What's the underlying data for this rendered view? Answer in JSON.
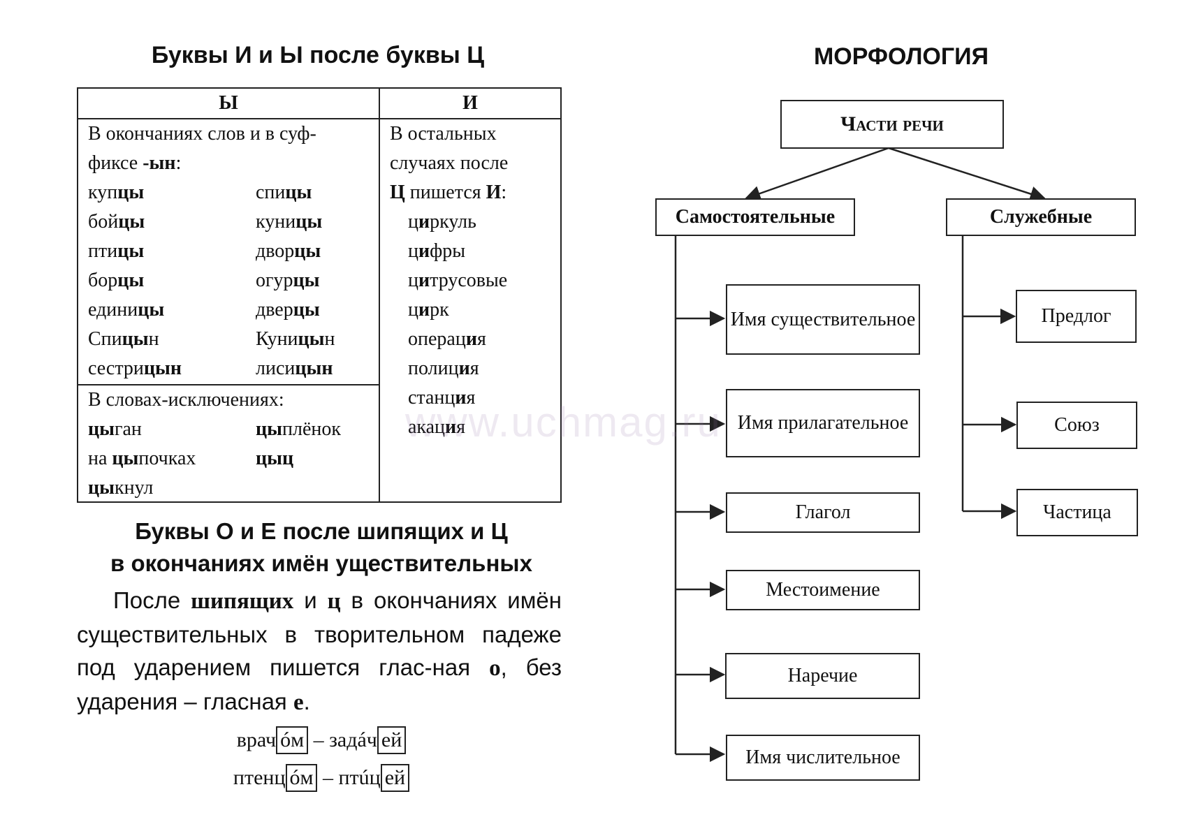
{
  "left": {
    "title": "Буквы И и Ы после буквы Ц",
    "table": {
      "col_y_header": "Ы",
      "col_i_header": "И",
      "y_rule": "В окончаниях слов и в суф-",
      "y_rule_2": "фиксе",
      "y_rule_suffix": "-ын",
      "y_rule_colon": ":",
      "y_words": [
        [
          [
            "куп",
            "цы",
            ""
          ],
          [
            "спи",
            "цы",
            ""
          ]
        ],
        [
          [
            "бой",
            "цы",
            ""
          ],
          [
            "куни",
            "цы",
            ""
          ]
        ],
        [
          [
            "пти",
            "цы",
            ""
          ],
          [
            "двор",
            "цы",
            ""
          ]
        ],
        [
          [
            "бор",
            "цы",
            ""
          ],
          [
            "огур",
            "цы",
            ""
          ]
        ],
        [
          [
            "едини",
            "цы",
            ""
          ],
          [
            "двер",
            "цы",
            ""
          ]
        ],
        [
          [
            "Спи",
            "цы",
            "н"
          ],
          [
            "Куни",
            "цы",
            "н"
          ]
        ],
        [
          [
            "сестри",
            "цын",
            ""
          ],
          [
            "лиси",
            "цын",
            ""
          ]
        ]
      ],
      "exceptions_label": "В словах-исключениях:",
      "exceptions": [
        [
          [
            "",
            "цы",
            "ган"
          ],
          [
            "",
            "цы",
            "плёнок"
          ]
        ],
        [
          [
            "на ",
            "цы",
            "почках"
          ],
          [
            "",
            "цыц",
            ""
          ]
        ],
        [
          [
            "",
            "цы",
            "кнул"
          ],
          null
        ]
      ],
      "i_rule_1": "В остальных",
      "i_rule_2": "случаях после",
      "i_rule_3_a": "Ц",
      "i_rule_3_b": " пишется ",
      "i_rule_3_c": "И",
      "i_rule_3_d": ":",
      "i_words": [
        [
          "ц",
          "и",
          "ркуль"
        ],
        [
          "ц",
          "и",
          "фры"
        ],
        [
          "ц",
          "и",
          "трусовые"
        ],
        [
          "ц",
          "и",
          "рк"
        ],
        [
          "операц",
          "и",
          "я"
        ],
        [
          "полиц",
          "и",
          "я"
        ],
        [
          "станц",
          "и",
          "я"
        ],
        [
          "акац",
          "и",
          "я"
        ]
      ]
    },
    "section2": {
      "title_1": "Буквы О и Е после шипящих и Ц",
      "title_2": "в окончаниях имён уществительных",
      "body_a": "После ",
      "body_b": "шипящих",
      "body_c": " и ",
      "body_d": "ц",
      "body_e": " в окончаниях имён существительных в творительном падеже под ударением пишется глас-ная ",
      "body_f": "о",
      "body_g": ", без ударения – гласная ",
      "body_h": "е",
      "body_i": ".",
      "examples": [
        {
          "stem1": "врач",
          "end1": "óм",
          "dash": " – ",
          "stem2": "задáч",
          "end2": "ей"
        },
        {
          "stem1": "птенц",
          "end1": "óм",
          "dash": " – ",
          "stem2": "птúц",
          "end2": "ей"
        }
      ]
    }
  },
  "right": {
    "title": "МОРФОЛОГИЯ",
    "root": "Части речи",
    "independent": "Самостоятельные",
    "auxiliary": "Служебные",
    "independent_items": [
      "Имя существительное",
      "Имя прилагательное",
      "Глагол",
      "Местоимение",
      "Наречие",
      "Имя числительное"
    ],
    "auxiliary_items": [
      "Предлог",
      "Союз",
      "Частица"
    ]
  },
  "watermark": "www.uchmag.ru"
}
